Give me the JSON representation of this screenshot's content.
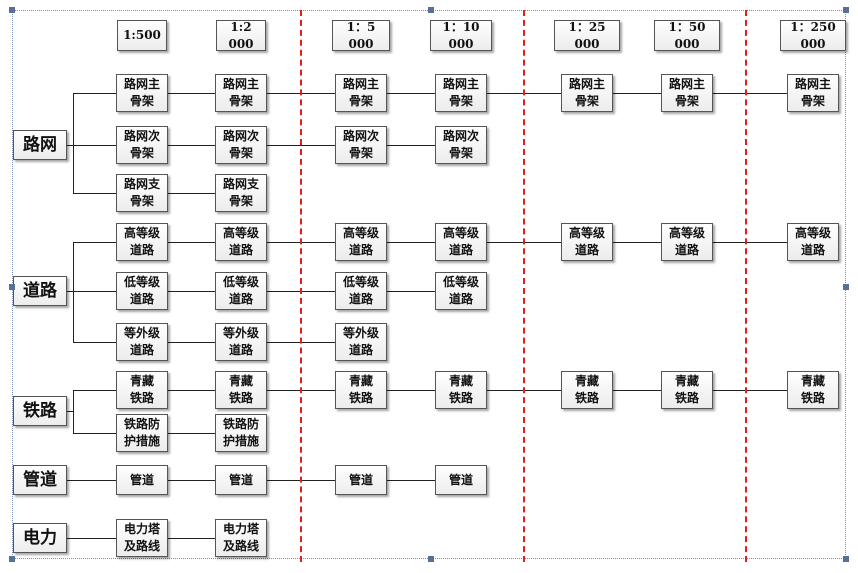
{
  "scales": [
    "1:500",
    "1:2 000",
    "1：5 000",
    "1：10 000",
    "1：25 000",
    "1：50 000",
    "1：250 000"
  ],
  "categories": [
    {
      "label": "路网",
      "rows": [
        [
          "路网主\n骨架",
          "路网主\n骨架",
          "路网主\n骨架",
          "路网主\n骨架",
          "路网主\n骨架",
          "路网主\n骨架",
          "路网主\n骨架"
        ],
        [
          "路网次\n骨架",
          "路网次\n骨架",
          "路网次\n骨架",
          "路网次\n骨架"
        ],
        [
          "路网支\n骨架",
          "路网支\n骨架"
        ]
      ]
    },
    {
      "label": "道路",
      "rows": [
        [
          "高等级\n道路",
          "高等级\n道路",
          "高等级\n道路",
          "高等级\n道路",
          "高等级\n道路",
          "高等级\n道路",
          "高等级\n道路"
        ],
        [
          "低等级\n道路",
          "低等级\n道路",
          "低等级\n道路",
          "低等级\n道路"
        ],
        [
          "等外级\n道路",
          "等外级\n道路",
          "等外级\n道路"
        ]
      ]
    },
    {
      "label": "铁路",
      "rows": [
        [
          "青藏\n铁路",
          "青藏\n铁路",
          "青藏\n铁路",
          "青藏\n铁路",
          "青藏\n铁路",
          "青藏\n铁路",
          "青藏\n铁路"
        ],
        [
          "铁路防\n护措施",
          "铁路防\n护措施"
        ]
      ]
    },
    {
      "label": "管道",
      "rows": [
        [
          "管道",
          "管道",
          "管道",
          "管道"
        ]
      ]
    },
    {
      "label": "电力",
      "rows": [
        [
          "电力塔\n及路线",
          "电力塔\n及路线"
        ]
      ]
    }
  ],
  "colors": {
    "divider": "#e0201c",
    "line": "#222222",
    "box_border": "#555555"
  }
}
